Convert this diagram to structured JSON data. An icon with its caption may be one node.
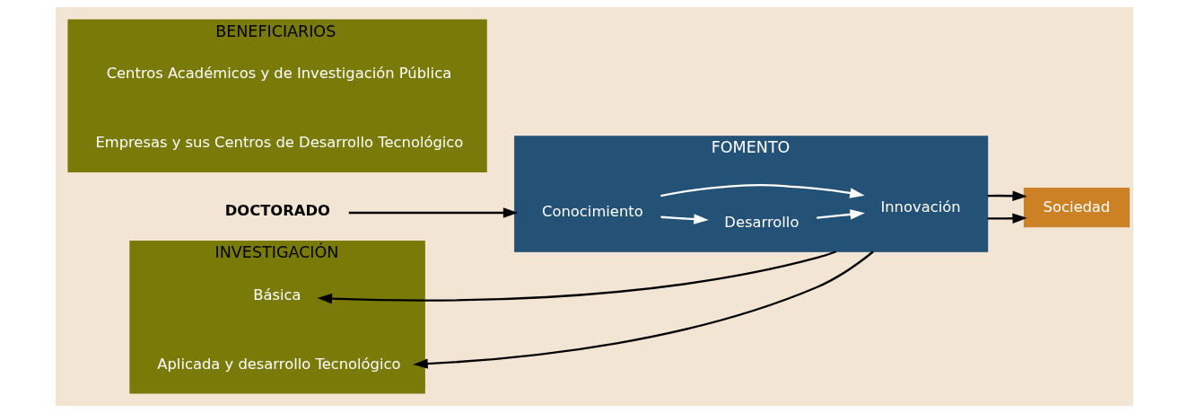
{
  "diagram": {
    "nodes": [
      {
        "text": [
          "DOCTORADO"
        ]
      },
      {
        "text": [
          "INVESTIGACIÓN"
        ]
      },
      {
        "text": [
          "Básica"
        ],
        "in": 1
      },
      {
        "text": [
          "Aplicada y desarrollo Tecnológico"
        ],
        "in": 1
      },
      {
        "text": [
          "FOMENTO"
        ]
      },
      {
        "text": [
          "Conocimiento"
        ],
        "in": 4
      },
      {
        "text": [
          "Desarrollo"
        ],
        "in": 4
      },
      {
        "text": [
          "Innovación"
        ],
        "in": 4
      },
      {
        "text": [
          "Sociedad"
        ]
      },
      {
        "text": [
          "BENEFICIARIOS"
        ]
      },
      {
        "text": [
          "Centros Académicos y de Investigación Pública"
        ],
        "in": 9
      },
      {
        "text": [
          "Empresas y sus Centros de Desarrollo Tecnológico"
        ],
        "in": 9
      }
    ],
    "edges": [
      {
        "from": 0,
        "to": 4,
        "arrow": "to"
      },
      {
        "from": 4,
        "to": 2,
        "arrow": "to"
      },
      {
        "from": 4,
        "to": 3,
        "arrow": "to"
      },
      {
        "from": 4,
        "to": 8,
        "arrow": "to"
      },
      {
        "from": 4,
        "to": 8,
        "arrow": "to"
      },
      {
        "from": 5,
        "to": 6,
        "arrow": "to",
        "color": "#ffffff"
      },
      {
        "from": 5,
        "to": 7,
        "arrow": "to",
        "color": "#ffffff"
      },
      {
        "from": 6,
        "to": 7,
        "arrow": "to",
        "color": "#ffffff"
      }
    ]
  }
}
